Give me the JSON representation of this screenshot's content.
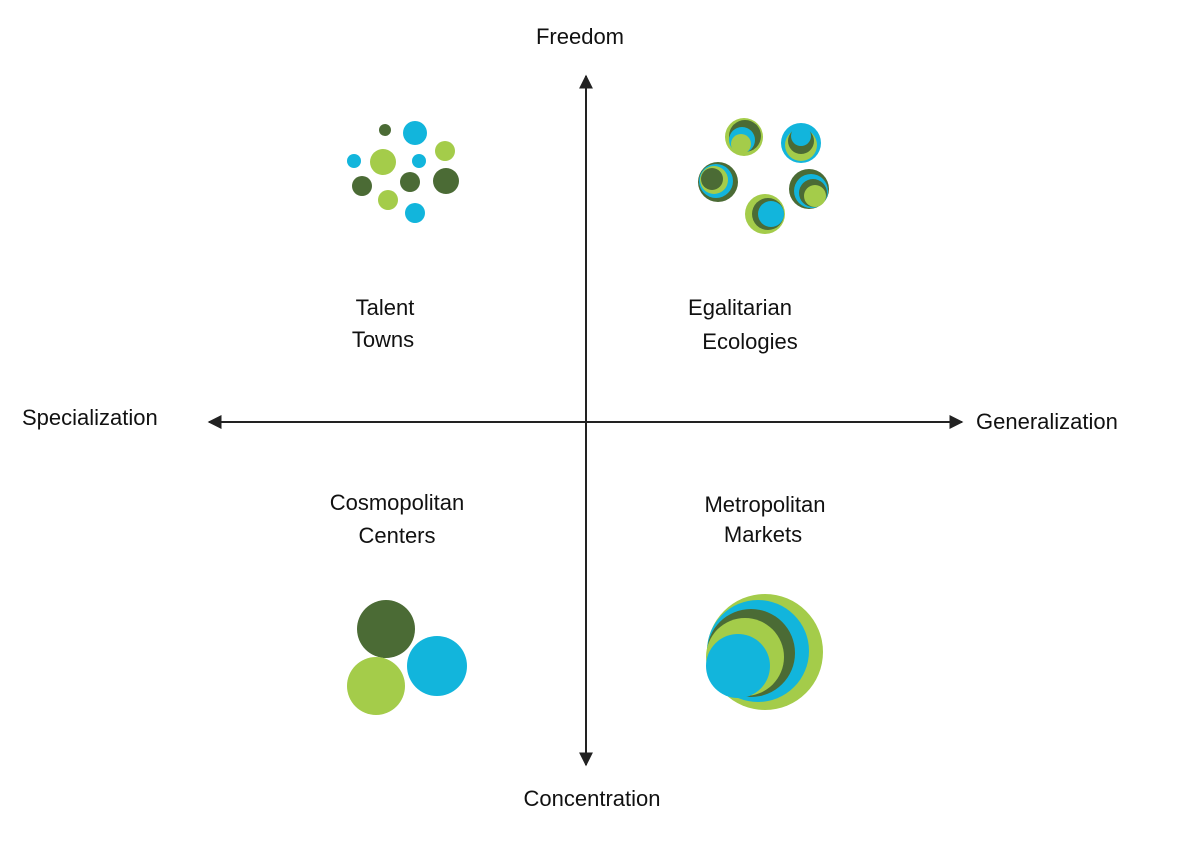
{
  "axes": {
    "top": "Freedom",
    "bottom": "Concentration",
    "left": "Specialization",
    "right": "Generalization"
  },
  "quadrants": {
    "top_left": [
      "Talent",
      "Towns"
    ],
    "top_right": [
      "Egalitarian",
      "Ecologies"
    ],
    "bottom_left": [
      "Cosmopolitan",
      "Centers"
    ],
    "bottom_right": [
      "Metropolitan",
      "Markets"
    ]
  },
  "colors": {
    "dark_green": "#4b6b35",
    "light_green": "#a4cc4a",
    "blue": "#12b5dc",
    "axis": "#222222"
  }
}
